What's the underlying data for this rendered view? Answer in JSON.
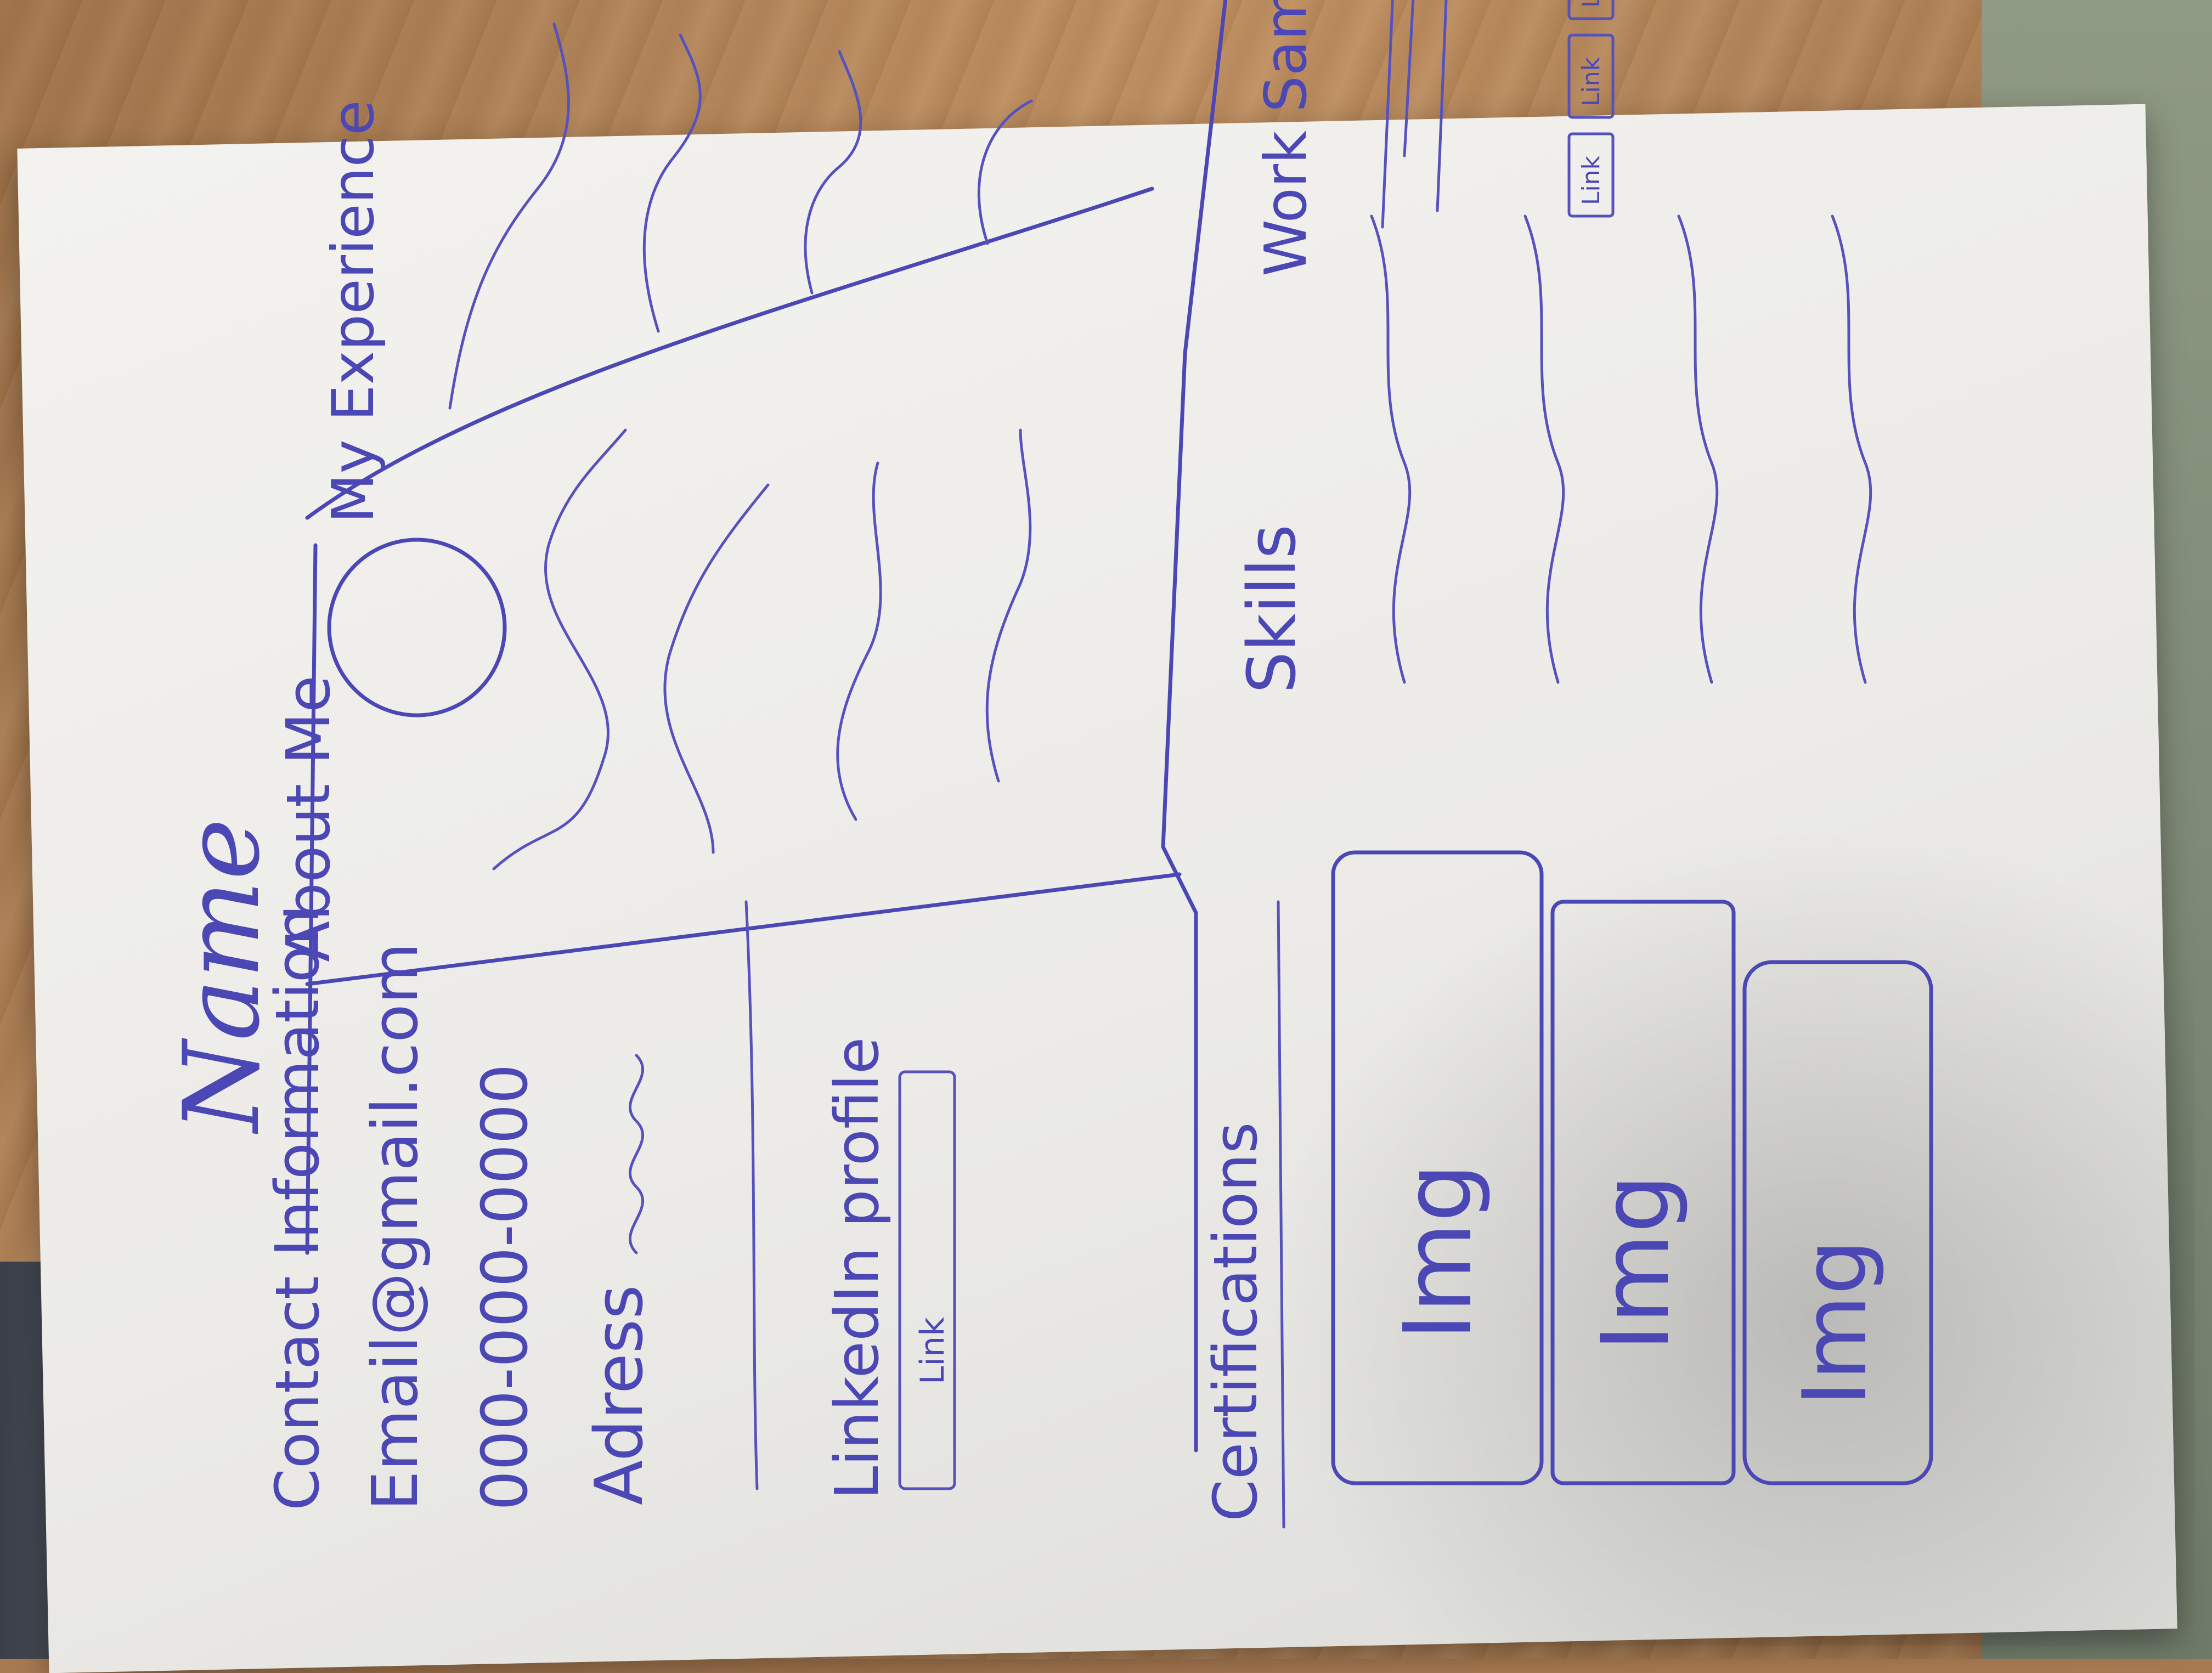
{
  "sketch": {
    "name": "Name",
    "contact": {
      "heading": "Contact Information",
      "email": "Email@gmail.com",
      "phone": "000-000-0000",
      "address": "Adress",
      "linkedin": "LinkedIn profile",
      "link": "Link"
    },
    "about": {
      "heading": "About Me"
    },
    "experience": {
      "heading": "My Experience"
    },
    "certifications": {
      "heading": "Certifications",
      "images": [
        "Img",
        "Img",
        "Img"
      ]
    },
    "skills": {
      "heading": "Skills"
    },
    "work": {
      "heading": "Work Samples",
      "links": [
        "Link",
        "Link",
        "Link"
      ]
    },
    "colors": {
      "ink": "#4b47b4",
      "paper": "#f0efeb",
      "table": "#b58558"
    }
  }
}
